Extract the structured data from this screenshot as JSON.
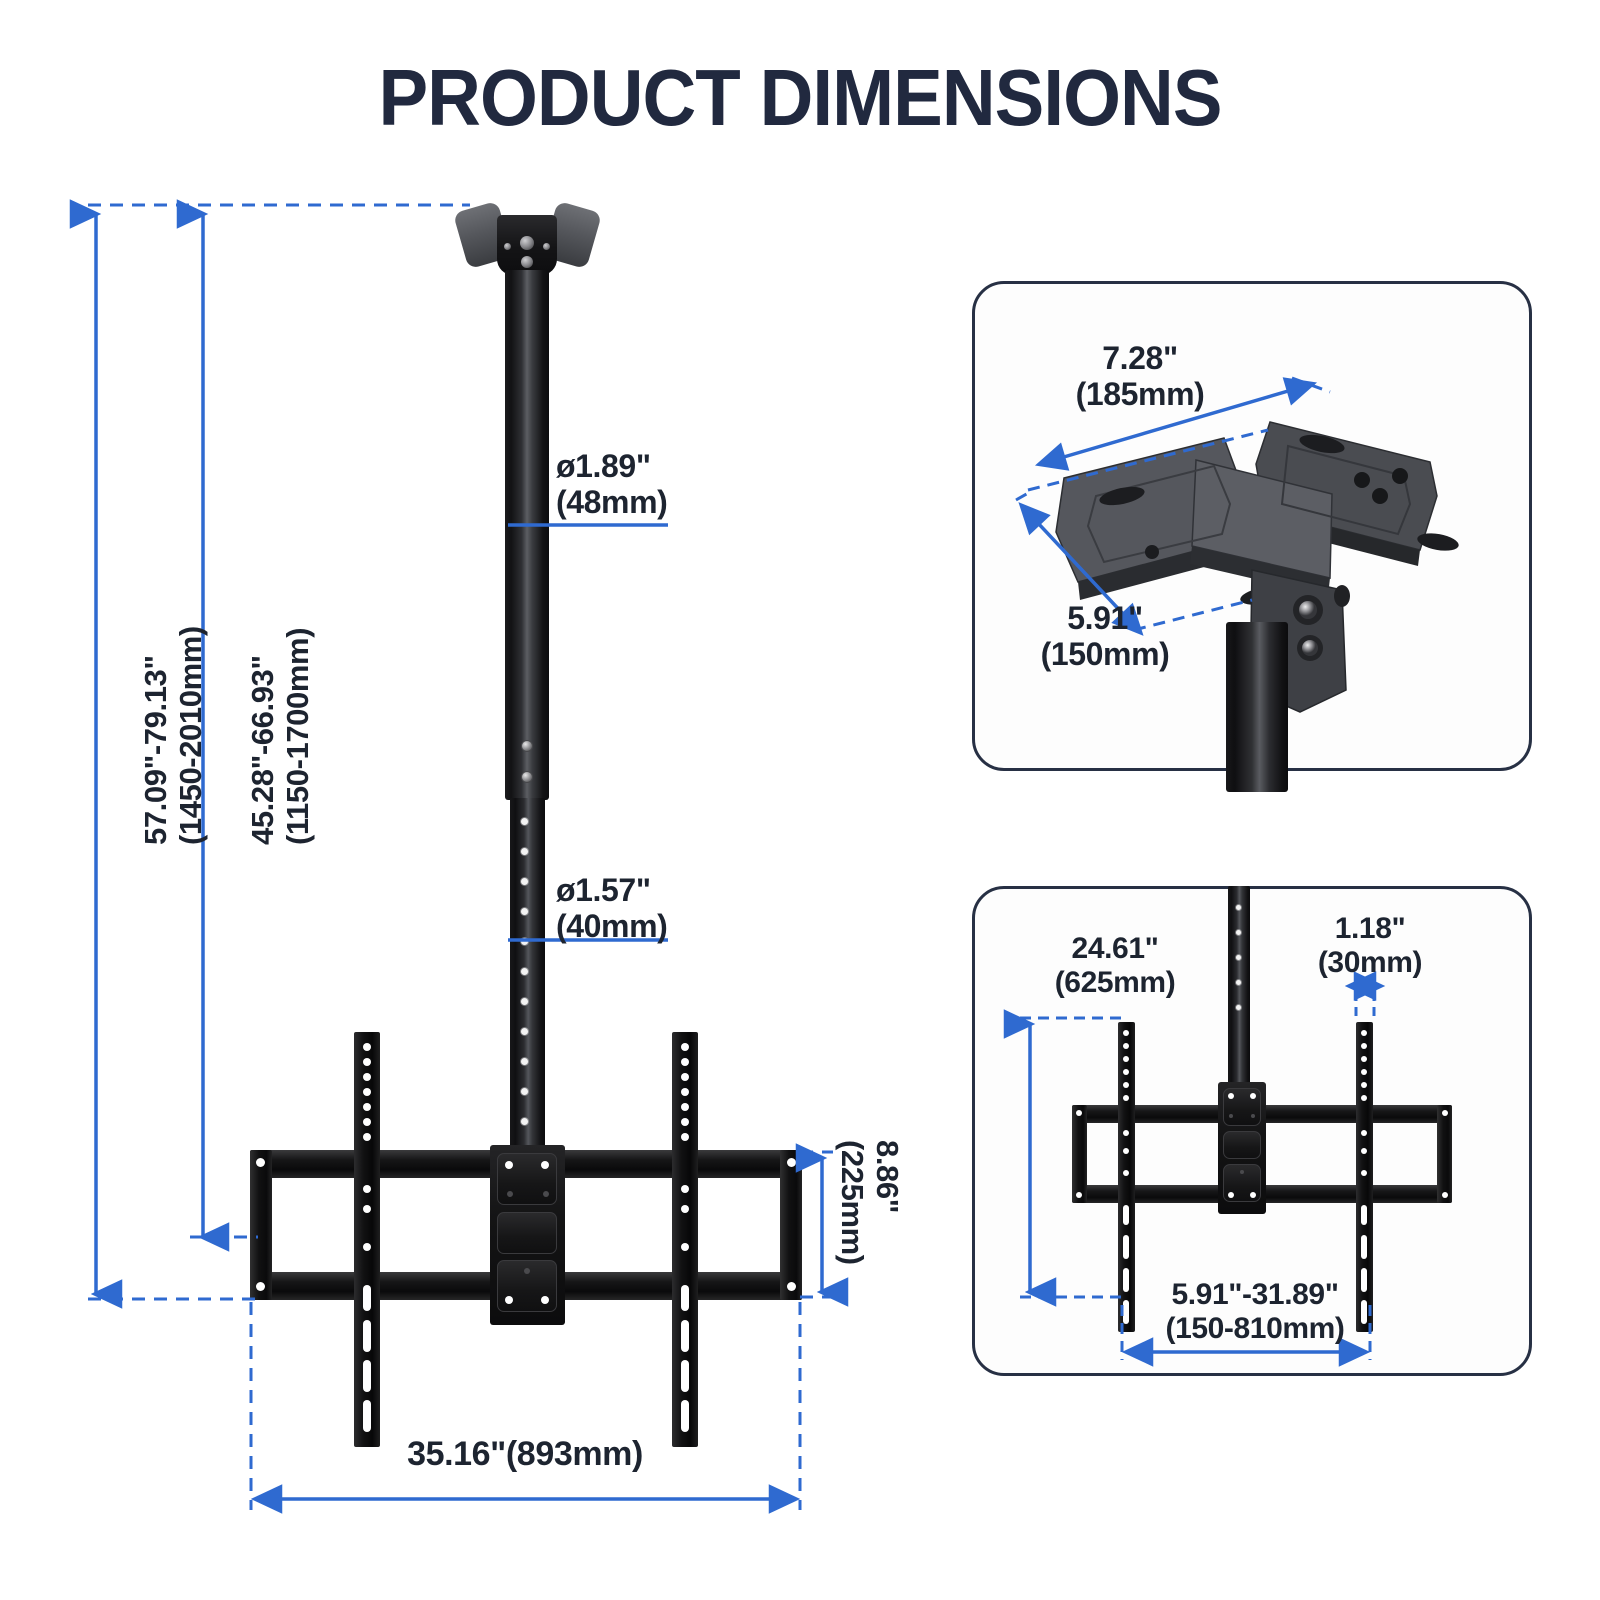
{
  "header": {
    "title": "PRODUCT DIMENSIONS"
  },
  "colors": {
    "title": "#21293f",
    "dimension_line": "#2f6ad0",
    "dimension_text": "#1d2430",
    "panel_border": "#273044",
    "background": "#ffffff"
  },
  "main_view": {
    "name": "ceiling-tv-mount-front-view",
    "dimensions": {
      "total_height": {
        "label": "57.09\"-79.13\"",
        "metric": "(1450-2010mm)",
        "orientation": "vertical"
      },
      "pole_height": {
        "label": "45.28\"-66.93\"",
        "metric": "(1150-1700mm)",
        "orientation": "vertical"
      },
      "upper_tube_diameter": {
        "label": "ø1.89\"",
        "metric": "(48mm)"
      },
      "lower_tube_diameter": {
        "label": "ø1.57\"",
        "metric": "(40mm)"
      },
      "bracket_height": {
        "label": "8.86\"",
        "metric": "(225mm)",
        "orientation": "vertical"
      },
      "bracket_width": {
        "label": "35.16\"(893mm)",
        "orientation": "horizontal"
      }
    }
  },
  "panel_ceiling_plate": {
    "name": "ceiling-plate-detail",
    "dimensions": {
      "width": {
        "label": "7.28\"",
        "metric": "(185mm)"
      },
      "depth": {
        "label": "5.91\"",
        "metric": "(150mm)"
      }
    }
  },
  "panel_tv_bracket": {
    "name": "tv-bracket-detail",
    "dimensions": {
      "rail_height": {
        "label": "24.61\"",
        "metric": "(625mm)"
      },
      "rail_width": {
        "label": "1.18\"",
        "metric": "(30mm)"
      },
      "rail_spacing": {
        "label": "5.91\"-31.89\"",
        "metric": "(150-810mm)"
      }
    }
  }
}
